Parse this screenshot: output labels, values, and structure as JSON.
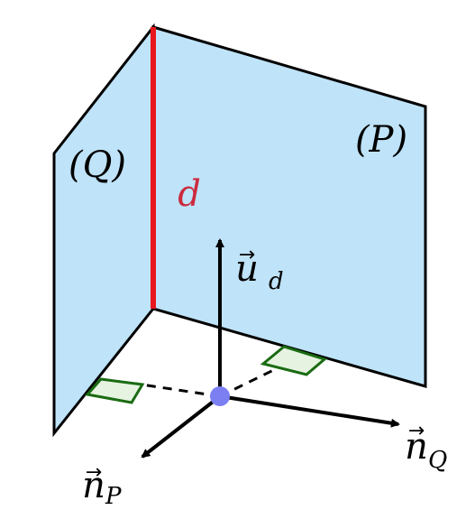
{
  "plane_q": {
    "label": "(Q)",
    "fill": "#bfe3f8"
  },
  "plane_p": {
    "label": "(P)",
    "fill": "#bfe3f8"
  },
  "line_d": {
    "label": "d",
    "color": "#e8171d",
    "label_color": "#cc2a3e"
  },
  "vector_ud": {
    "arrow_symbol": "→",
    "symbol": "u",
    "subscript": "d"
  },
  "vector_nq": {
    "arrow_symbol": "→",
    "symbol": "n",
    "subscript": "Q"
  },
  "vector_np": {
    "arrow_symbol": "→",
    "symbol": "n",
    "subscript": "P"
  },
  "right_angle_markers": {
    "stroke": "#1a6b12",
    "fill": "#e6f3e1"
  },
  "intersection_point": {
    "color": "#7b7ff2"
  }
}
